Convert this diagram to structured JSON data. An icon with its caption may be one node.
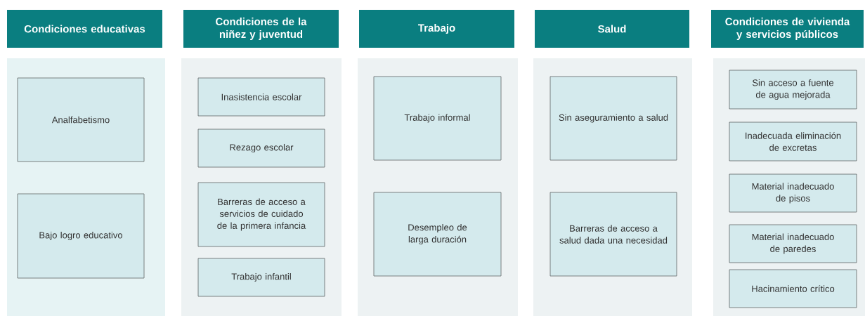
{
  "diagram": {
    "nodes": [
      {
        "text": [
          "Condiciones educativas"
        ]
      },
      {
        "text": [],
        "shape": "box"
      },
      {
        "text": [
          "Analfabetismo"
        ],
        "in": 1
      },
      {
        "text": [
          "Bajo logro educativo"
        ],
        "in": 1
      },
      {
        "text": [
          "Condiciones de la niñez y juventud"
        ]
      },
      {
        "text": [],
        "shape": "box"
      },
      {
        "text": [
          "Inasistencia escolar"
        ],
        "in": 5
      },
      {
        "text": [
          "Rezago escolar"
        ],
        "in": 5
      },
      {
        "text": [
          "Barreras de acceso a servicios de cuidado de la primera infancia"
        ],
        "in": 5
      },
      {
        "text": [
          "Trabajo infantil"
        ],
        "in": 5
      },
      {
        "text": [
          "Trabajo"
        ]
      },
      {
        "text": [],
        "shape": "box"
      },
      {
        "text": [
          "Trabajo informal"
        ],
        "in": 11
      },
      {
        "text": [
          "Desempleo de larga duración"
        ],
        "in": 11
      },
      {
        "text": [
          "Salud"
        ]
      },
      {
        "text": [],
        "shape": "box"
      },
      {
        "text": [
          "Sin aseguramiento a salud"
        ],
        "in": 15
      },
      {
        "text": [
          "Barreras de acceso a salud dada una necesidad"
        ],
        "in": 15
      },
      {
        "text": [
          "Condiciones de vivienda y servicios públicos"
        ]
      },
      {
        "text": [],
        "shape": "box"
      },
      {
        "text": [
          "Sin acceso a fuente de agua mejorada"
        ],
        "in": 19
      },
      {
        "text": [
          "Inadecuada eliminación de excretas"
        ],
        "in": 19
      },
      {
        "text": [
          "Material inadecuado de pisos"
        ],
        "in": 19
      },
      {
        "text": [
          "Material inadecuado de paredes"
        ],
        "in": 19
      },
      {
        "text": [
          "Hacinamiento crítico"
        ],
        "in": 19
      }
    ]
  }
}
